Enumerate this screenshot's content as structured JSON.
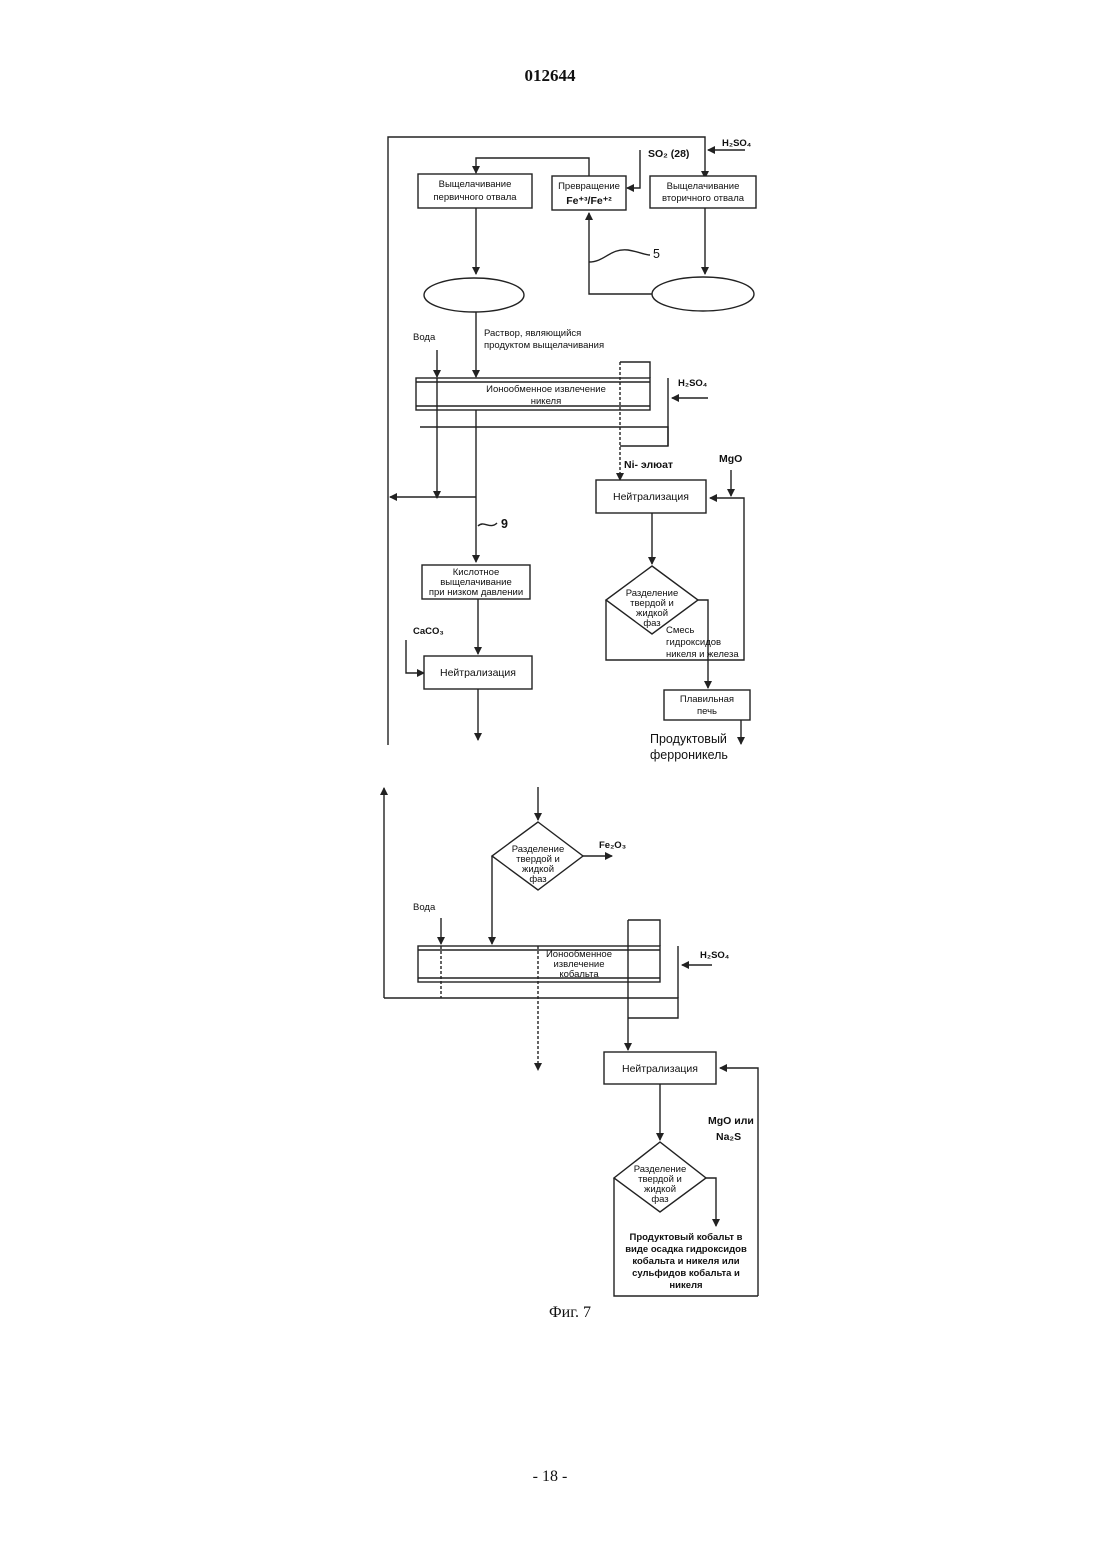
{
  "header": {
    "doc_number": "012644"
  },
  "figure": {
    "caption": "Фиг. 7",
    "labels": {
      "h2so4": "H₂SO₄",
      "so2": "SO₂ (28)",
      "primary_leach": [
        "Выщелачивание",
        "первичного отвала"
      ],
      "conversion": [
        "Превращение",
        "Fe⁺³/Fe⁺²"
      ],
      "secondary_leach": [
        "Выщелачивание",
        "вторичного отвала"
      ],
      "ref5": "5",
      "leach_solution": [
        "Раствор, являющийся",
        "продуктом выщелачивания"
      ],
      "water": "Вода",
      "ni_ix": [
        "Ионообменное извлечение",
        "никеля"
      ],
      "ni_eluate": "Ni- элюат",
      "mgo": "MgO",
      "neutralization": "Нейтрализация",
      "ref9": "9",
      "acid_leach": [
        "Кислотное",
        "выщелачивание",
        "при низком давлении"
      ],
      "caco3": "CaCO₃",
      "sl_sep": [
        "Разделение",
        "твердой и",
        "жидкой",
        "фаз"
      ],
      "hydroxide_mix": [
        "Смесь",
        "гидроксидов",
        "никеля и железа"
      ],
      "furnace": [
        "Плавильная",
        "печь"
      ],
      "ferronickel": [
        "Продуктовый",
        "ферроникель"
      ],
      "fe2o3": "Fe₂O₃",
      "co_ix": [
        "Ионообменное",
        "извлечение",
        "кобальта"
      ],
      "mgo_or": "MgO или",
      "na2s": "Na₂S",
      "cobalt_product": [
        "Продуктовый кобальт в",
        "виде осадка гидроксидов",
        "кобальта и никеля или",
        "сульфидов кобальта и",
        "никеля"
      ]
    }
  },
  "footer": {
    "page_number": "- 18 -"
  }
}
